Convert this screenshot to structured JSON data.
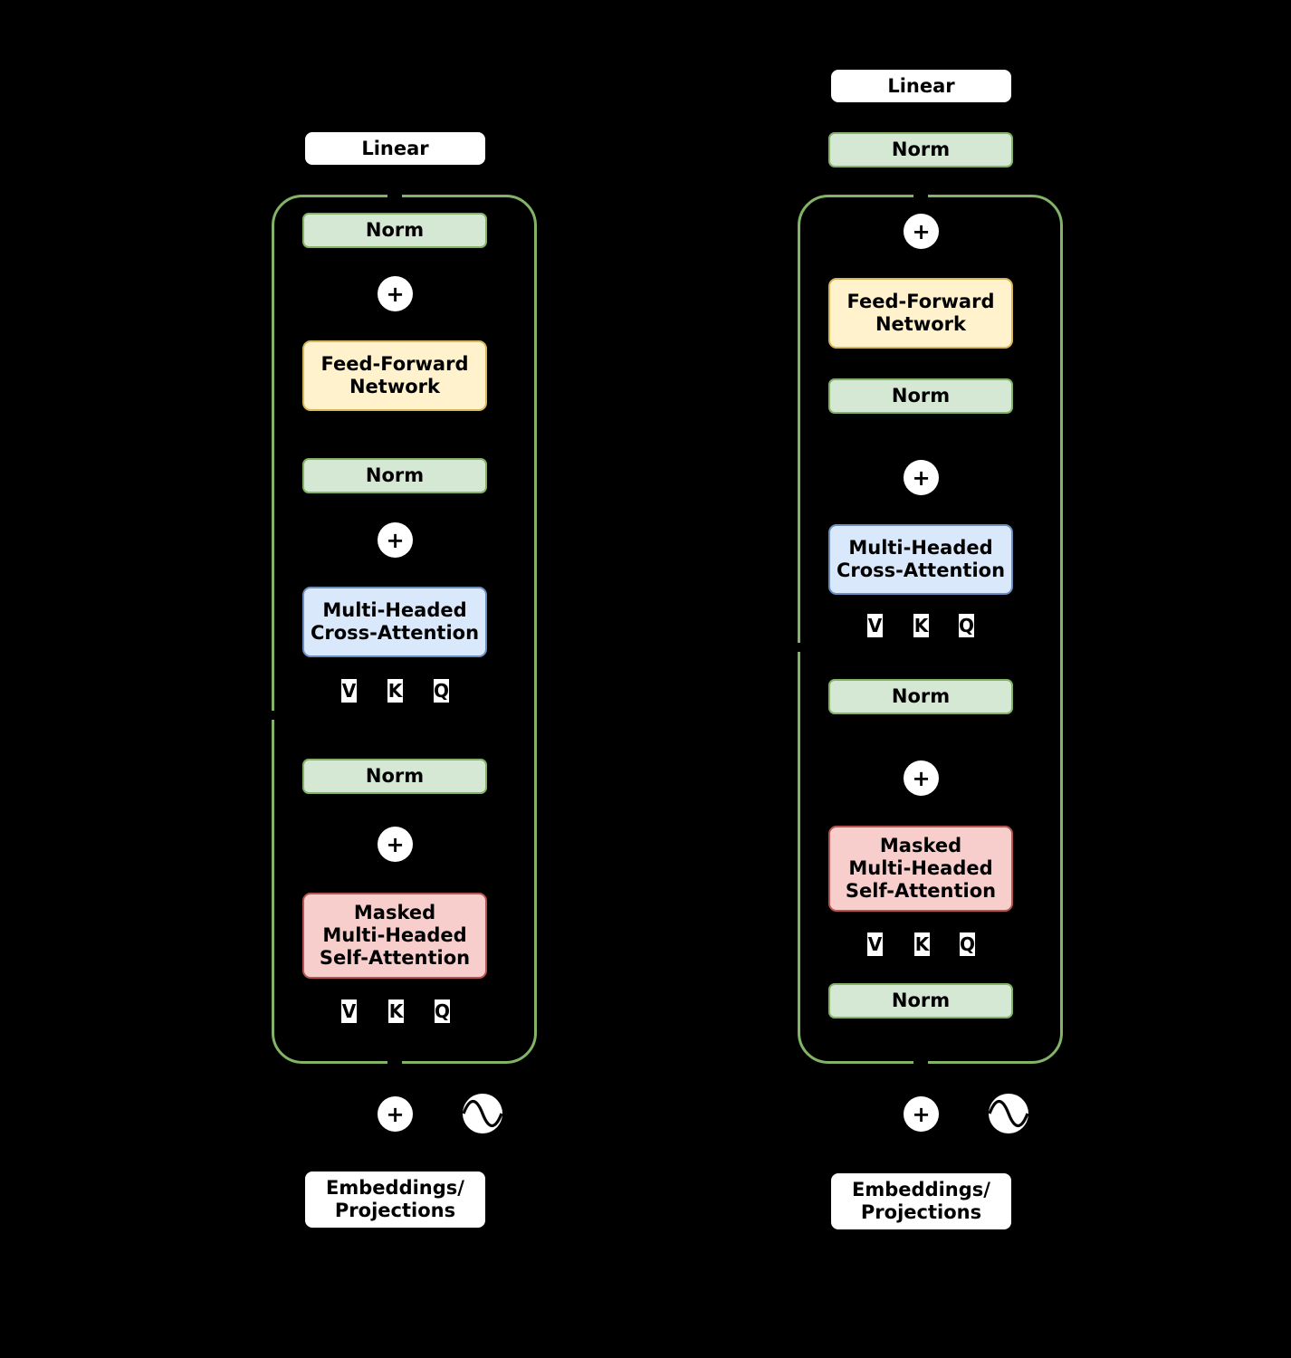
{
  "diagram": {
    "type": "transformer-architecture",
    "background": "#000000",
    "palette": {
      "norm_fill": "#d5e8d4",
      "norm_stroke": "#82b366",
      "ffn_fill": "#fff2cc",
      "ffn_stroke": "#d6b656",
      "cross_fill": "#dae8fc",
      "cross_stroke": "#6c8ebf",
      "self_fill": "#f8cecc",
      "self_stroke": "#b85450",
      "plain_fill": "#ffffff",
      "container_stroke": "#82b366"
    }
  },
  "columns": [
    {
      "id": "pre-ln",
      "nodes": {
        "linear": "Linear",
        "norm_out": "Norm",
        "add_ffn": "+",
        "ffn": "Feed-Forward\nNetwork",
        "norm_cross": "Norm",
        "add_cross": "+",
        "cross_attention": "Multi-Headed\nCross-Attention",
        "norm_self": "Norm",
        "add_self": "+",
        "self_attention": "Masked\nMulti-Headed\nSelf-Attention",
        "add_input": "+",
        "positional_encoding": "sine-wave-icon",
        "embeddings": "Embeddings/\nProjections"
      },
      "attention_inputs_cross": [
        "V",
        "K",
        "Q"
      ],
      "attention_inputs_self": [
        "V",
        "K",
        "Q"
      ]
    },
    {
      "id": "post-ln",
      "nodes": {
        "linear": "Linear",
        "norm_out": "Norm",
        "add_ffn": "+",
        "ffn": "Feed-Forward\nNetwork",
        "norm_ffn": "Norm",
        "add_cross": "+",
        "cross_attention": "Multi-Headed\nCross-Attention",
        "norm_cross": "Norm",
        "add_self": "+",
        "self_attention": "Masked\nMulti-Headed\nSelf-Attention",
        "norm_self": "Norm",
        "add_input": "+",
        "positional_encoding": "sine-wave-icon",
        "embeddings": "Embeddings/\nProjections"
      },
      "attention_inputs_cross": [
        "V",
        "K",
        "Q"
      ],
      "attention_inputs_self": [
        "V",
        "K",
        "Q"
      ]
    }
  ],
  "labels": {
    "plus": "+",
    "v": "V",
    "k": "K",
    "q": "Q"
  }
}
